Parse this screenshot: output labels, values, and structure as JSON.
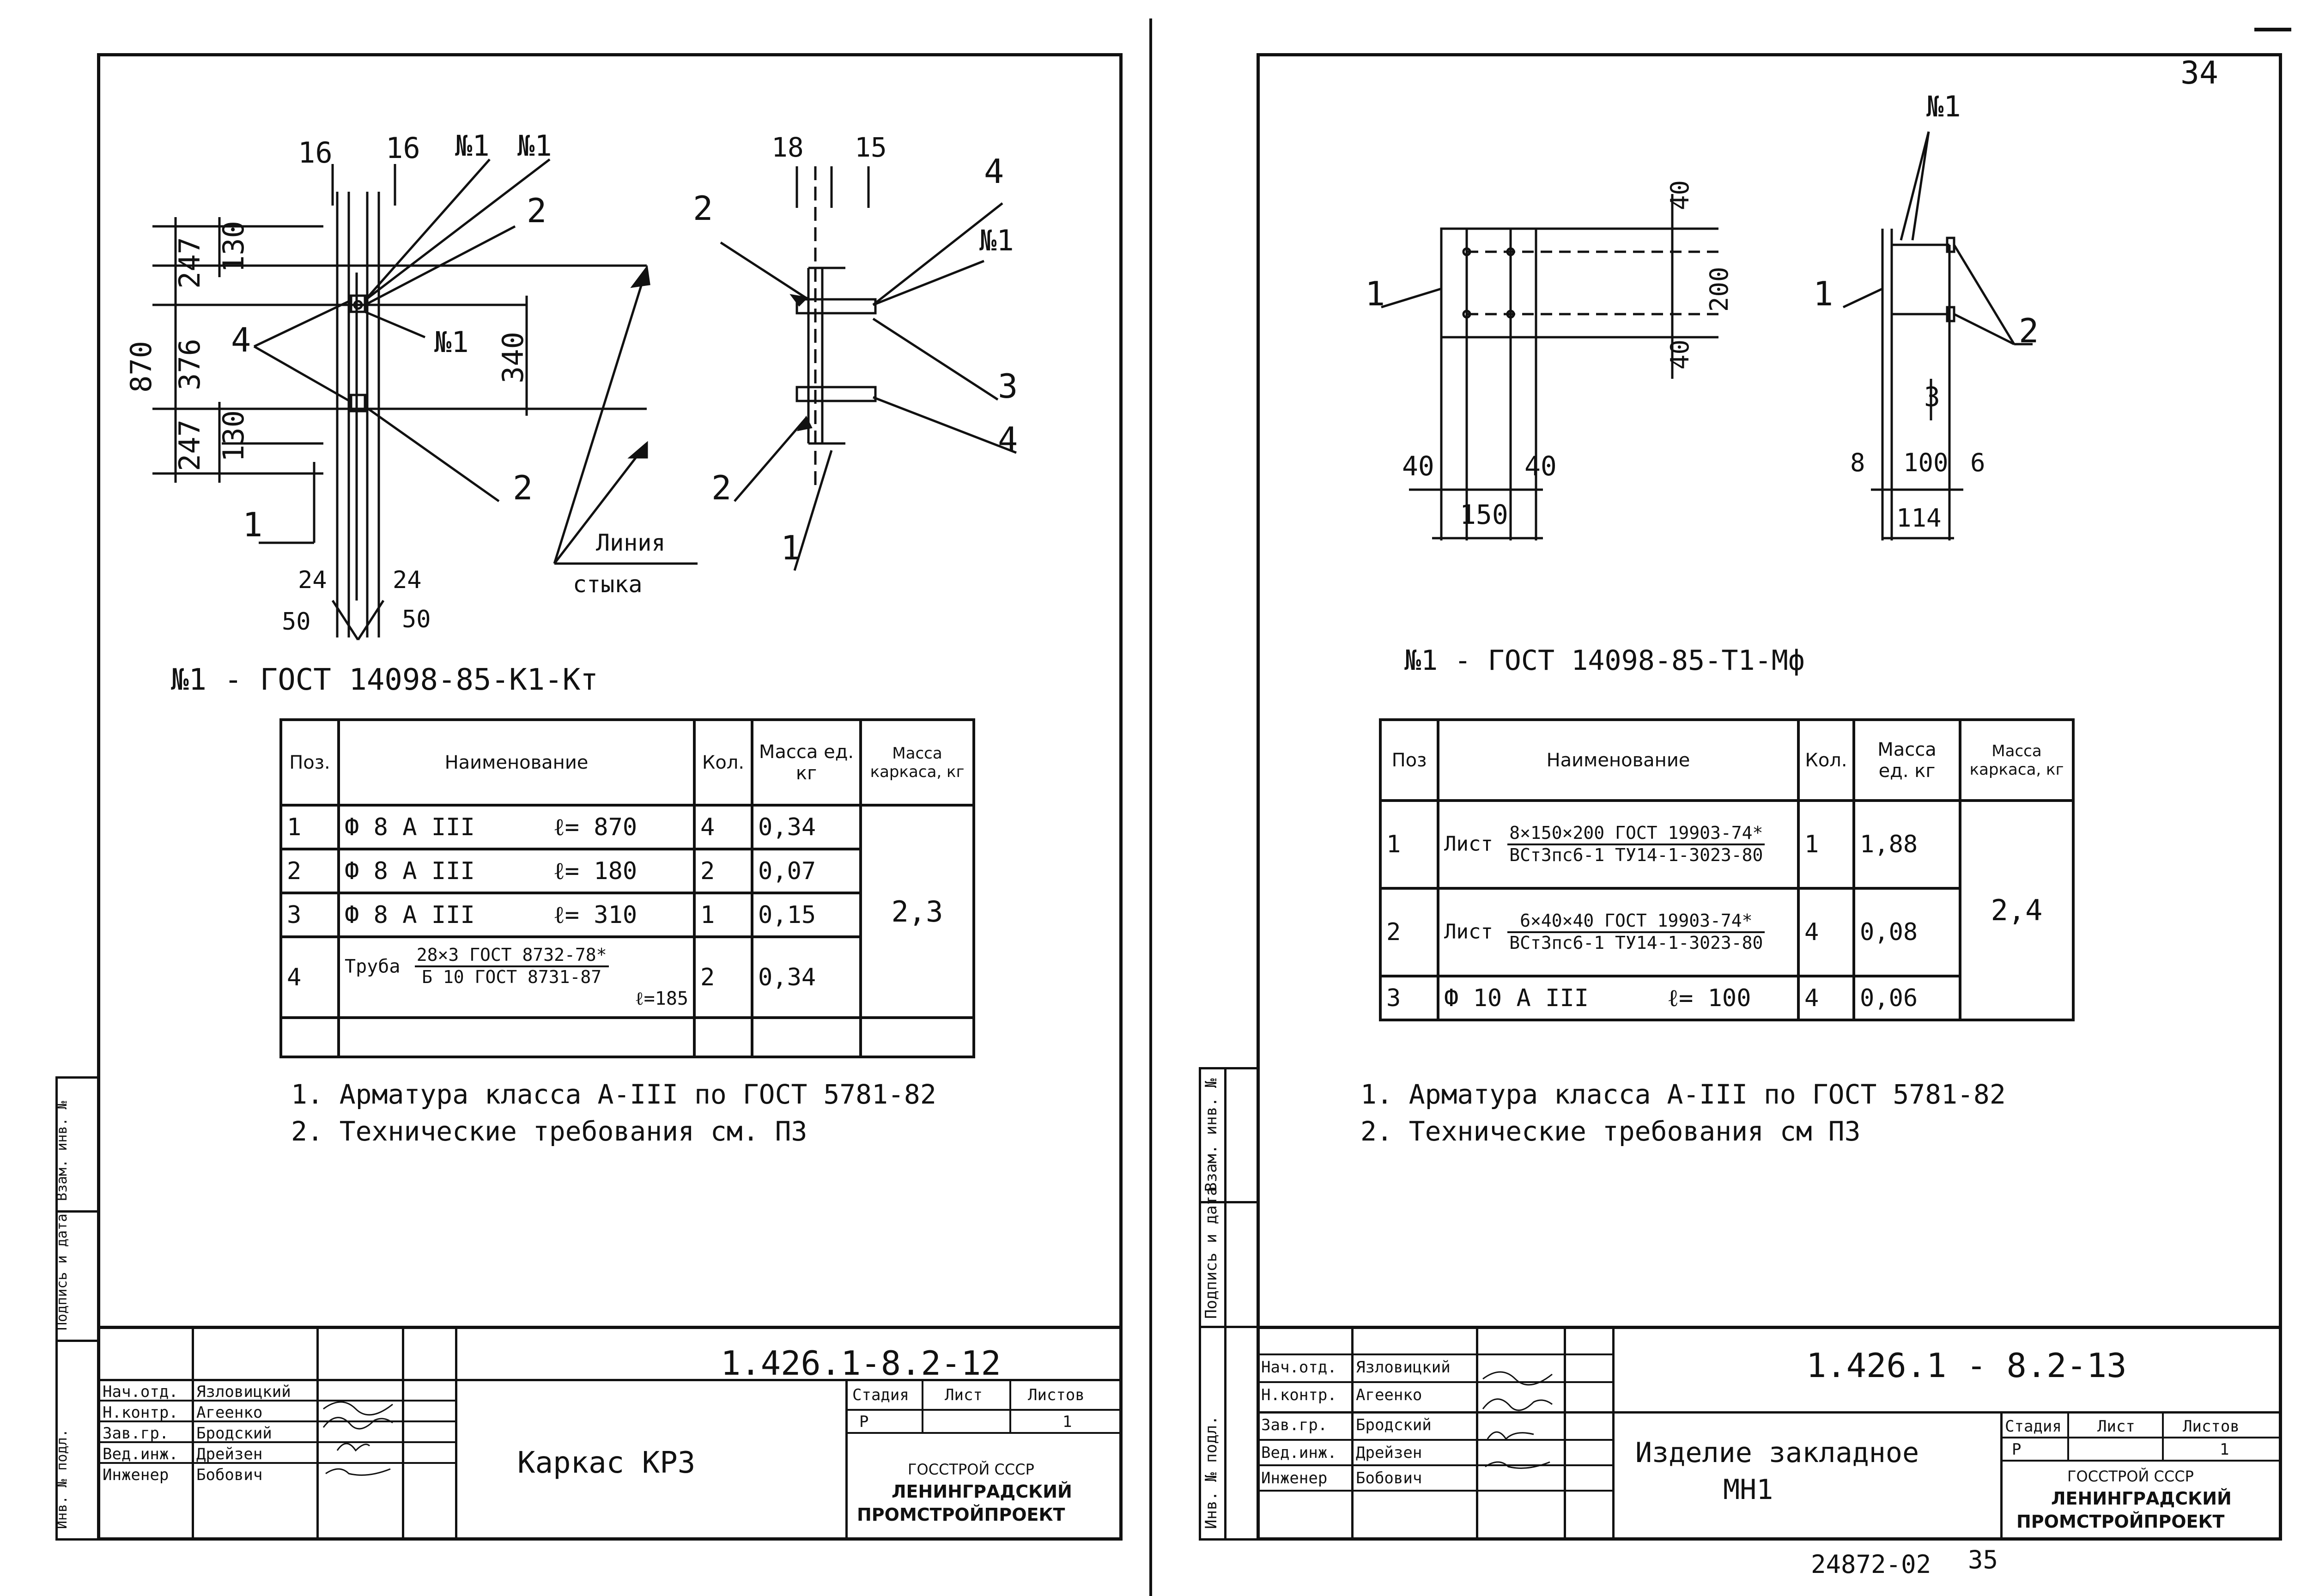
{
  "sheet_left": {
    "mark": "№1 - ГОСТ 14098-85-К1-Кт",
    "drawing_labels": {
      "dim_16a": "16",
      "dim_16b": "16",
      "n1a": "№1",
      "n1b": "№1",
      "n1c": "№1",
      "callout_2a": "2",
      "callout_2b": "2",
      "dim_870": "870",
      "dim_247a": "247",
      "dim_130a": "130",
      "dim_376": "376",
      "dim_340": "340",
      "dim_247b": "247",
      "dim_130b": "130",
      "callout_4": "4",
      "callout_1": "1",
      "dim_24a": "24",
      "dim_24b": "24",
      "dim_50a": "50",
      "dim_50b": "50",
      "line_label_1": "Линия",
      "line_label_2": "стыка",
      "side_18": "18",
      "side_15": "15",
      "side_2a": "2",
      "side_4a": "4",
      "side_n1": "№1",
      "side_3": "3",
      "side_4b": "4",
      "side_2b": "2",
      "side_1": "1"
    },
    "table": {
      "headers": {
        "pos": "Поз.",
        "name": "Наименование",
        "qty": "Кол.",
        "mass_unit": "Масса ед. кг",
        "mass_frame": "Масса каркаса, кг"
      },
      "rows": [
        {
          "pos": "1",
          "name": "Ф 8 А III",
          "len": "ℓ= 870",
          "qty": "4",
          "mass": "0,34"
        },
        {
          "pos": "2",
          "name": "Ф 8 А III",
          "len": "ℓ= 180",
          "qty": "2",
          "mass": "0,07"
        },
        {
          "pos": "3",
          "name": "Ф 8 А III",
          "len": "ℓ= 310",
          "qty": "1",
          "mass": "0,15"
        },
        {
          "pos": "4",
          "name": "Труба",
          "num": "28×3 ГОСТ 8732-78*",
          "den": "Б 10 ГОСТ 8731-87",
          "len": "ℓ=185",
          "qty": "2",
          "mass": "0,34"
        }
      ],
      "total": "2,3"
    },
    "notes": [
      "1. Арматура класса А-III по ГОСТ 5781-82",
      "2. Технические требования см. ПЗ"
    ],
    "title_block": {
      "code": "1.426.1-8.2-12",
      "title": "Каркас КР3",
      "roles": [
        "Нач.отд.",
        "Н.контр.",
        "Зав.гр.",
        "Вед.инж.",
        "Инженер"
      ],
      "names": [
        "Язловицкий",
        "Агеенко",
        "Бродский",
        "Дрейзен",
        "Бобович"
      ],
      "stage_header": "Стадия",
      "sheet_header": "Лист",
      "sheets_header": "Листов",
      "stage": "Р",
      "sheets": "1",
      "org": [
        "ГОССТРОЙ СССР",
        "ЛЕНИНГРАДСКИЙ",
        "ПРОМСТРОЙПРОЕКТ"
      ]
    },
    "side_stamp": [
      "Инв. № подл.",
      "Подпись и дата",
      "Взам. инв. №"
    ]
  },
  "sheet_right": {
    "page_number": "34",
    "mark": "№1 - ГОСТ 14098-85-Т1-Мф",
    "drawing_labels": {
      "d40a": "40",
      "d200": "200",
      "d40b": "40",
      "d40c": "40",
      "d40d": "40",
      "d150": "150",
      "call_1": "1",
      "call_1b": "1",
      "call_n1": "№1",
      "call_2": "2",
      "call_3": "3",
      "d8": "8",
      "d100": "100",
      "d6": "6",
      "d114": "114"
    },
    "table": {
      "headers": {
        "pos": "Поз",
        "name": "Наименование",
        "qty": "Кол.",
        "mass_unit": "Масса ед. кг",
        "mass_frame": "Масса каркаса, кг"
      },
      "rows": [
        {
          "pos": "1",
          "name": "Лист",
          "num": "8×150×200 ГОСТ 19903-74*",
          "den": "ВСт3пс6-1 ТУ14-1-3023-80",
          "qty": "1",
          "mass": "1,88"
        },
        {
          "pos": "2",
          "name": "Лист",
          "num": "6×40×40 ГОСТ 19903-74*",
          "den": "ВСт3пс6-1 ТУ14-1-3023-80",
          "qty": "4",
          "mass": "0,08"
        },
        {
          "pos": "3",
          "name": "Ф 10 А III",
          "len": "ℓ= 100",
          "qty": "4",
          "mass": "0,06"
        }
      ],
      "total": "2,4"
    },
    "notes": [
      "1. Арматура класса А-III по ГОСТ 5781-82",
      "2. Технические требования см ПЗ"
    ],
    "title_block": {
      "code": "1.426.1 - 8.2-13",
      "title_1": "Изделие закладное",
      "title_2": "МН1",
      "roles": [
        "Нач.отд.",
        "Н.контр.",
        "Зав.гр.",
        "Вед.инж.",
        "Инженер"
      ],
      "names": [
        "Язловицкий",
        "Агеенко",
        "Бродский",
        "Дрейзен",
        "Бобович"
      ],
      "stage_header": "Стадия",
      "sheet_header": "Лист",
      "sheets_header": "Листов",
      "stage": "Р",
      "sheets": "1",
      "org": [
        "ГОССТРОЙ СССР",
        "ЛЕНИНГРАДСКИЙ",
        "ПРОМСТРОЙПРОЕКТ"
      ]
    },
    "side_stamp": [
      "Инв. № подл.",
      "Подпись и дата",
      "Взам. инв. №"
    ],
    "bottom_code": "24872-02",
    "bottom_num": "35"
  }
}
